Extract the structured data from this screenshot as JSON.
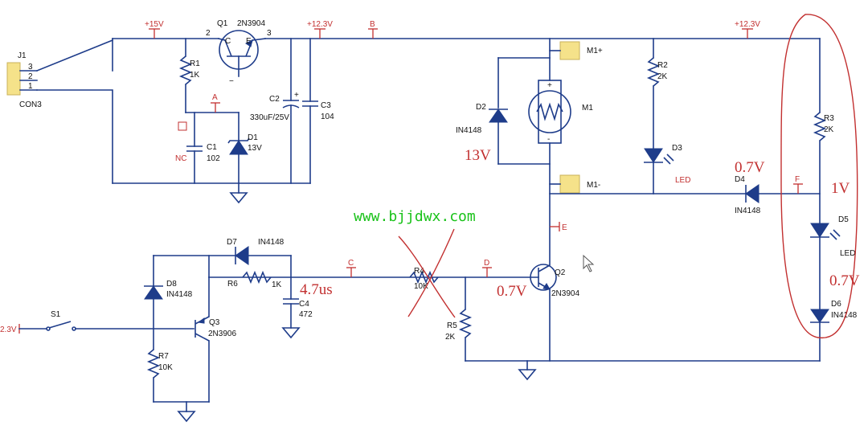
{
  "labels": {
    "j1": "J1",
    "j1_p3": "3",
    "j1_p2": "2",
    "j1_p1": "1",
    "j1_type": "CON3",
    "r1": "R1",
    "r1_val": "1K",
    "q1": "Q1",
    "q1_type": "2N3904",
    "q1_p2": "2",
    "q1_p3": "3",
    "q1_c": "C",
    "q1_e": "E",
    "c1": "C1",
    "c1_val": "102",
    "nc": "NC",
    "d1": "D1",
    "d1_val": "13V",
    "c2": "C2",
    "c2_val": "330uF/25V",
    "c2_plus": "+",
    "c3": "C3",
    "c3_val": "104",
    "pwr_15v": "+15V",
    "pwr_12v_a": "+12.3V",
    "pwr_12v_b": "+12.3V",
    "node_a": "A",
    "node_b": "B",
    "node_c": "C",
    "node_d": "D",
    "node_e": "E",
    "node_f": "F",
    "m1p": "M1+",
    "m1n": "M1-",
    "m1": "M1",
    "m1_plus": "+",
    "m1_minus": "-",
    "d2": "D2",
    "d2_val": "IN4148",
    "r2": "R2",
    "r2_val": "2K",
    "d3": "D3",
    "d3_val": "LED",
    "r3": "R3",
    "r3_val": "2K",
    "d4": "D4",
    "d4_val": "IN4148",
    "d5": "D5",
    "d5_val": "LED",
    "d6": "D6",
    "d6_val": "IN4148",
    "q2": "Q2",
    "q2_type": "2N3904",
    "r4": "R4",
    "r4_val": "10K",
    "r5": "R5",
    "r5_val": "2K",
    "d7": "D7",
    "d7_val": "IN4148",
    "r6": "R6",
    "r6_val": "1K",
    "c4": "C4",
    "c4_val": "472",
    "d8": "D8",
    "d8_val": "IN4148",
    "s1": "S1",
    "in_2v3": "2.3V",
    "q3": "Q3",
    "q3_type": "2N3906",
    "r7": "R7",
    "r7_val": "10K"
  },
  "annotations": {
    "v13": "13V",
    "v07_d4": "0.7V",
    "v1": "1V",
    "v07_d6": "0.7V",
    "v07_q2": "0.7V",
    "t47": "4.7us"
  },
  "watermark": "www.bjjdwx.com",
  "colors": {
    "wire": "#1e3c8a",
    "annotation": "#c23030",
    "watermark": "#19c219",
    "pad": "#f5e28a"
  }
}
